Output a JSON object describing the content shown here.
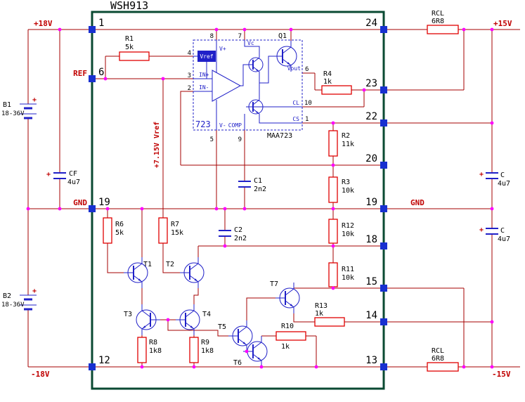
{
  "title": "WSH913",
  "colors": {
    "wire": "#A40000",
    "symbol_blue": "#2020C8",
    "module_green": "#0A4A32",
    "junction_magenta": "#FF00FF",
    "pin_blue": "#1830D0",
    "net_label_red": "#C00000",
    "resistor_red": "#E00000",
    "background": "#FFFFFF"
  },
  "pins": {
    "left": [
      "1",
      "6",
      "19",
      "12"
    ],
    "right": [
      "24",
      "23",
      "22",
      "20",
      "19",
      "18",
      "15",
      "14",
      "13"
    ]
  },
  "nets": {
    "p18": "+18V",
    "ref": "REF",
    "gnd_left": "GND",
    "n18": "-18V",
    "p15": "+15V",
    "gnd_right": "GND",
    "n15": "-15V",
    "vref_rail": "+7.15V Vref",
    "plus": "+"
  },
  "components": {
    "b1": {
      "ref": "B1",
      "value": "18-36V"
    },
    "b2": {
      "ref": "B2",
      "value": "18-36V"
    },
    "cf": {
      "ref": "CF",
      "value": "4u7"
    },
    "c_top": {
      "ref": "C",
      "value": "4u7"
    },
    "c_bot": {
      "ref": "C",
      "value": "4u7"
    },
    "rcl_top": {
      "ref": "RCL",
      "value": "6R8"
    },
    "rcl_bot": {
      "ref": "RCL",
      "value": "6R8"
    },
    "r1": {
      "ref": "R1",
      "value": "5k"
    },
    "r2": {
      "ref": "R2",
      "value": "11k"
    },
    "r3": {
      "ref": "R3",
      "value": "10k"
    },
    "r4": {
      "ref": "R4",
      "value": "1k"
    },
    "r6": {
      "ref": "R6",
      "value": "5k"
    },
    "r7": {
      "ref": "R7",
      "value": "15k"
    },
    "r8": {
      "ref": "R8",
      "value": "1k8"
    },
    "r9": {
      "ref": "R9",
      "value": "1k8"
    },
    "r10": {
      "ref": "R10",
      "value": "1k"
    },
    "r11": {
      "ref": "R11",
      "value": "10k"
    },
    "r12": {
      "ref": "R12",
      "value": "10k"
    },
    "r13": {
      "ref": "R13",
      "value": "1k"
    },
    "c1": {
      "ref": "C1",
      "value": "2n2"
    },
    "c2": {
      "ref": "C2",
      "value": "2n2"
    },
    "t1": {
      "ref": "T1"
    },
    "t2": {
      "ref": "T2"
    },
    "t3": {
      "ref": "T3"
    },
    "t4": {
      "ref": "T4"
    },
    "t5": {
      "ref": "T5"
    },
    "t6": {
      "ref": "T6"
    },
    "t7": {
      "ref": "T7"
    },
    "q1": {
      "ref": "Q1"
    }
  },
  "ic": {
    "name": "723",
    "part": "MAA723",
    "vref": "Vref",
    "labels": {
      "vplus": "V+",
      "vc": "Vc",
      "vminus": "V-",
      "comp": "COMP",
      "inp": "IN+",
      "inn": "IN-",
      "vout": "Vout",
      "cl": "CL",
      "cs": "CS"
    },
    "numbers": {
      "n8": "8",
      "n7": "7",
      "n4": "4",
      "n3": "3",
      "n2": "2",
      "n5": "5",
      "n9": "9",
      "n6": "6",
      "n10": "10",
      "n1": "1"
    }
  }
}
